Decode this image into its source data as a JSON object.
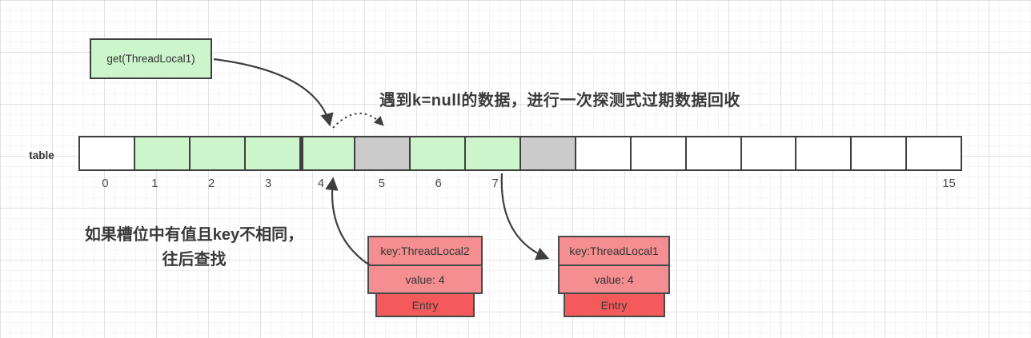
{
  "get_box": {
    "label": "get(ThreadLocal1)"
  },
  "annotations": {
    "probe_cleanup": "遇到k=null的数据，进行一次探测式过期数据回收",
    "linear_probe": "如果槽位中有值且key不相同，往后查找"
  },
  "table": {
    "label": "table",
    "cell_count": 16,
    "cells": [
      {
        "index": 0,
        "state": "empty"
      },
      {
        "index": 1,
        "state": "occupied"
      },
      {
        "index": 2,
        "state": "occupied"
      },
      {
        "index": 3,
        "state": "occupied"
      },
      {
        "index": 4,
        "state": "occupied",
        "thick_left_border": true
      },
      {
        "index": 5,
        "state": "stale"
      },
      {
        "index": 6,
        "state": "occupied"
      },
      {
        "index": 7,
        "state": "occupied"
      },
      {
        "index": 8,
        "state": "stale"
      },
      {
        "index": 9,
        "state": "empty"
      },
      {
        "index": 10,
        "state": "empty"
      },
      {
        "index": 11,
        "state": "empty"
      },
      {
        "index": 12,
        "state": "empty"
      },
      {
        "index": 13,
        "state": "empty"
      },
      {
        "index": 14,
        "state": "empty"
      },
      {
        "index": 15,
        "state": "empty"
      }
    ],
    "visible_indices": [
      0,
      1,
      2,
      3,
      4,
      5,
      6,
      7,
      15
    ]
  },
  "entries": [
    {
      "key": "key:ThreadLocal2",
      "value": "value: 4",
      "tag": "Entry"
    },
    {
      "key": "key:ThreadLocal1",
      "value": "value: 4",
      "tag": "Entry"
    }
  ],
  "colors": {
    "occupied": "#CCF5CB",
    "stale": "#CBCBCB",
    "empty": "#FFFFFF",
    "get_box": "#CCF5CB",
    "entry_row": "#F58E90",
    "entry_tag": "#F4595B",
    "stroke": "#3F3F3F",
    "text": "#3A3A3A"
  }
}
